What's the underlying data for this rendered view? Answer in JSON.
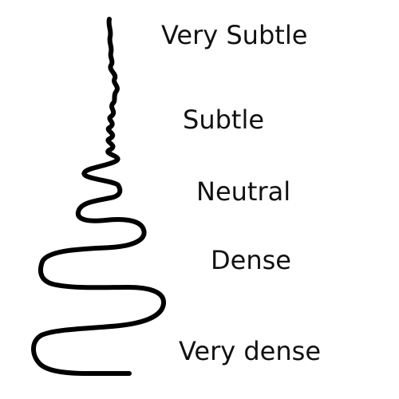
{
  "labels": {
    "very_subtle": "Very Subtle",
    "subtle": "Subtle",
    "neutral": "Neutral",
    "dense": "Dense",
    "very_dense": "Very dense"
  },
  "colors": {
    "stroke": "#000000",
    "background": "#ffffff",
    "text": "#111111"
  }
}
